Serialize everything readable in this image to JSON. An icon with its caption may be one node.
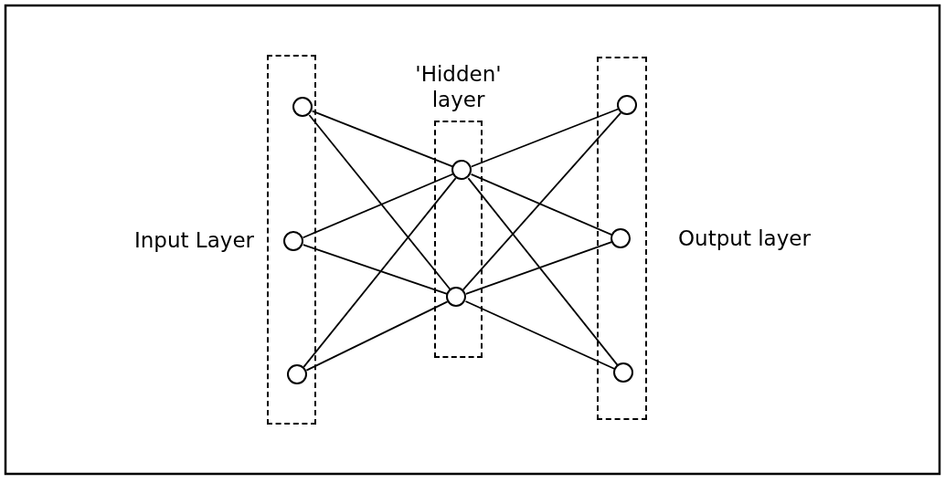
{
  "diagram": {
    "nodes": [
      {
        "text": [
          "Input Layer"
        ]
      },
      {
        "text": [],
        "shape": "circle",
        "in": 0
      },
      {
        "text": [],
        "shape": "circle",
        "in": 0
      },
      {
        "text": [],
        "shape": "circle",
        "in": 0
      },
      {
        "text": [
          "'Hidden' layer"
        ]
      },
      {
        "text": [],
        "shape": "circle",
        "in": 4
      },
      {
        "text": [],
        "shape": "circle",
        "in": 4
      },
      {
        "text": [
          "Output layer"
        ]
      },
      {
        "text": [],
        "shape": "circle",
        "in": 7
      },
      {
        "text": [],
        "shape": "circle",
        "in": 7
      },
      {
        "text": [],
        "shape": "circle",
        "in": 7
      }
    ],
    "edges": [
      {
        "from": 1,
        "to": 5,
        "arrow": "none"
      },
      {
        "from": 1,
        "to": 6,
        "arrow": "none"
      },
      {
        "from": 2,
        "to": 5,
        "arrow": "none"
      },
      {
        "from": 2,
        "to": 6,
        "arrow": "none"
      },
      {
        "from": 3,
        "to": 5,
        "arrow": "none"
      },
      {
        "from": 3,
        "to": 6,
        "arrow": "none"
      },
      {
        "from": 5,
        "to": 8,
        "arrow": "none"
      },
      {
        "from": 5,
        "to": 9,
        "arrow": "none"
      },
      {
        "from": 5,
        "to": 10,
        "arrow": "none"
      },
      {
        "from": 6,
        "to": 8,
        "arrow": "none"
      },
      {
        "from": 6,
        "to": 9,
        "arrow": "none"
      },
      {
        "from": 6,
        "to": 10,
        "arrow": "none"
      }
    ]
  }
}
